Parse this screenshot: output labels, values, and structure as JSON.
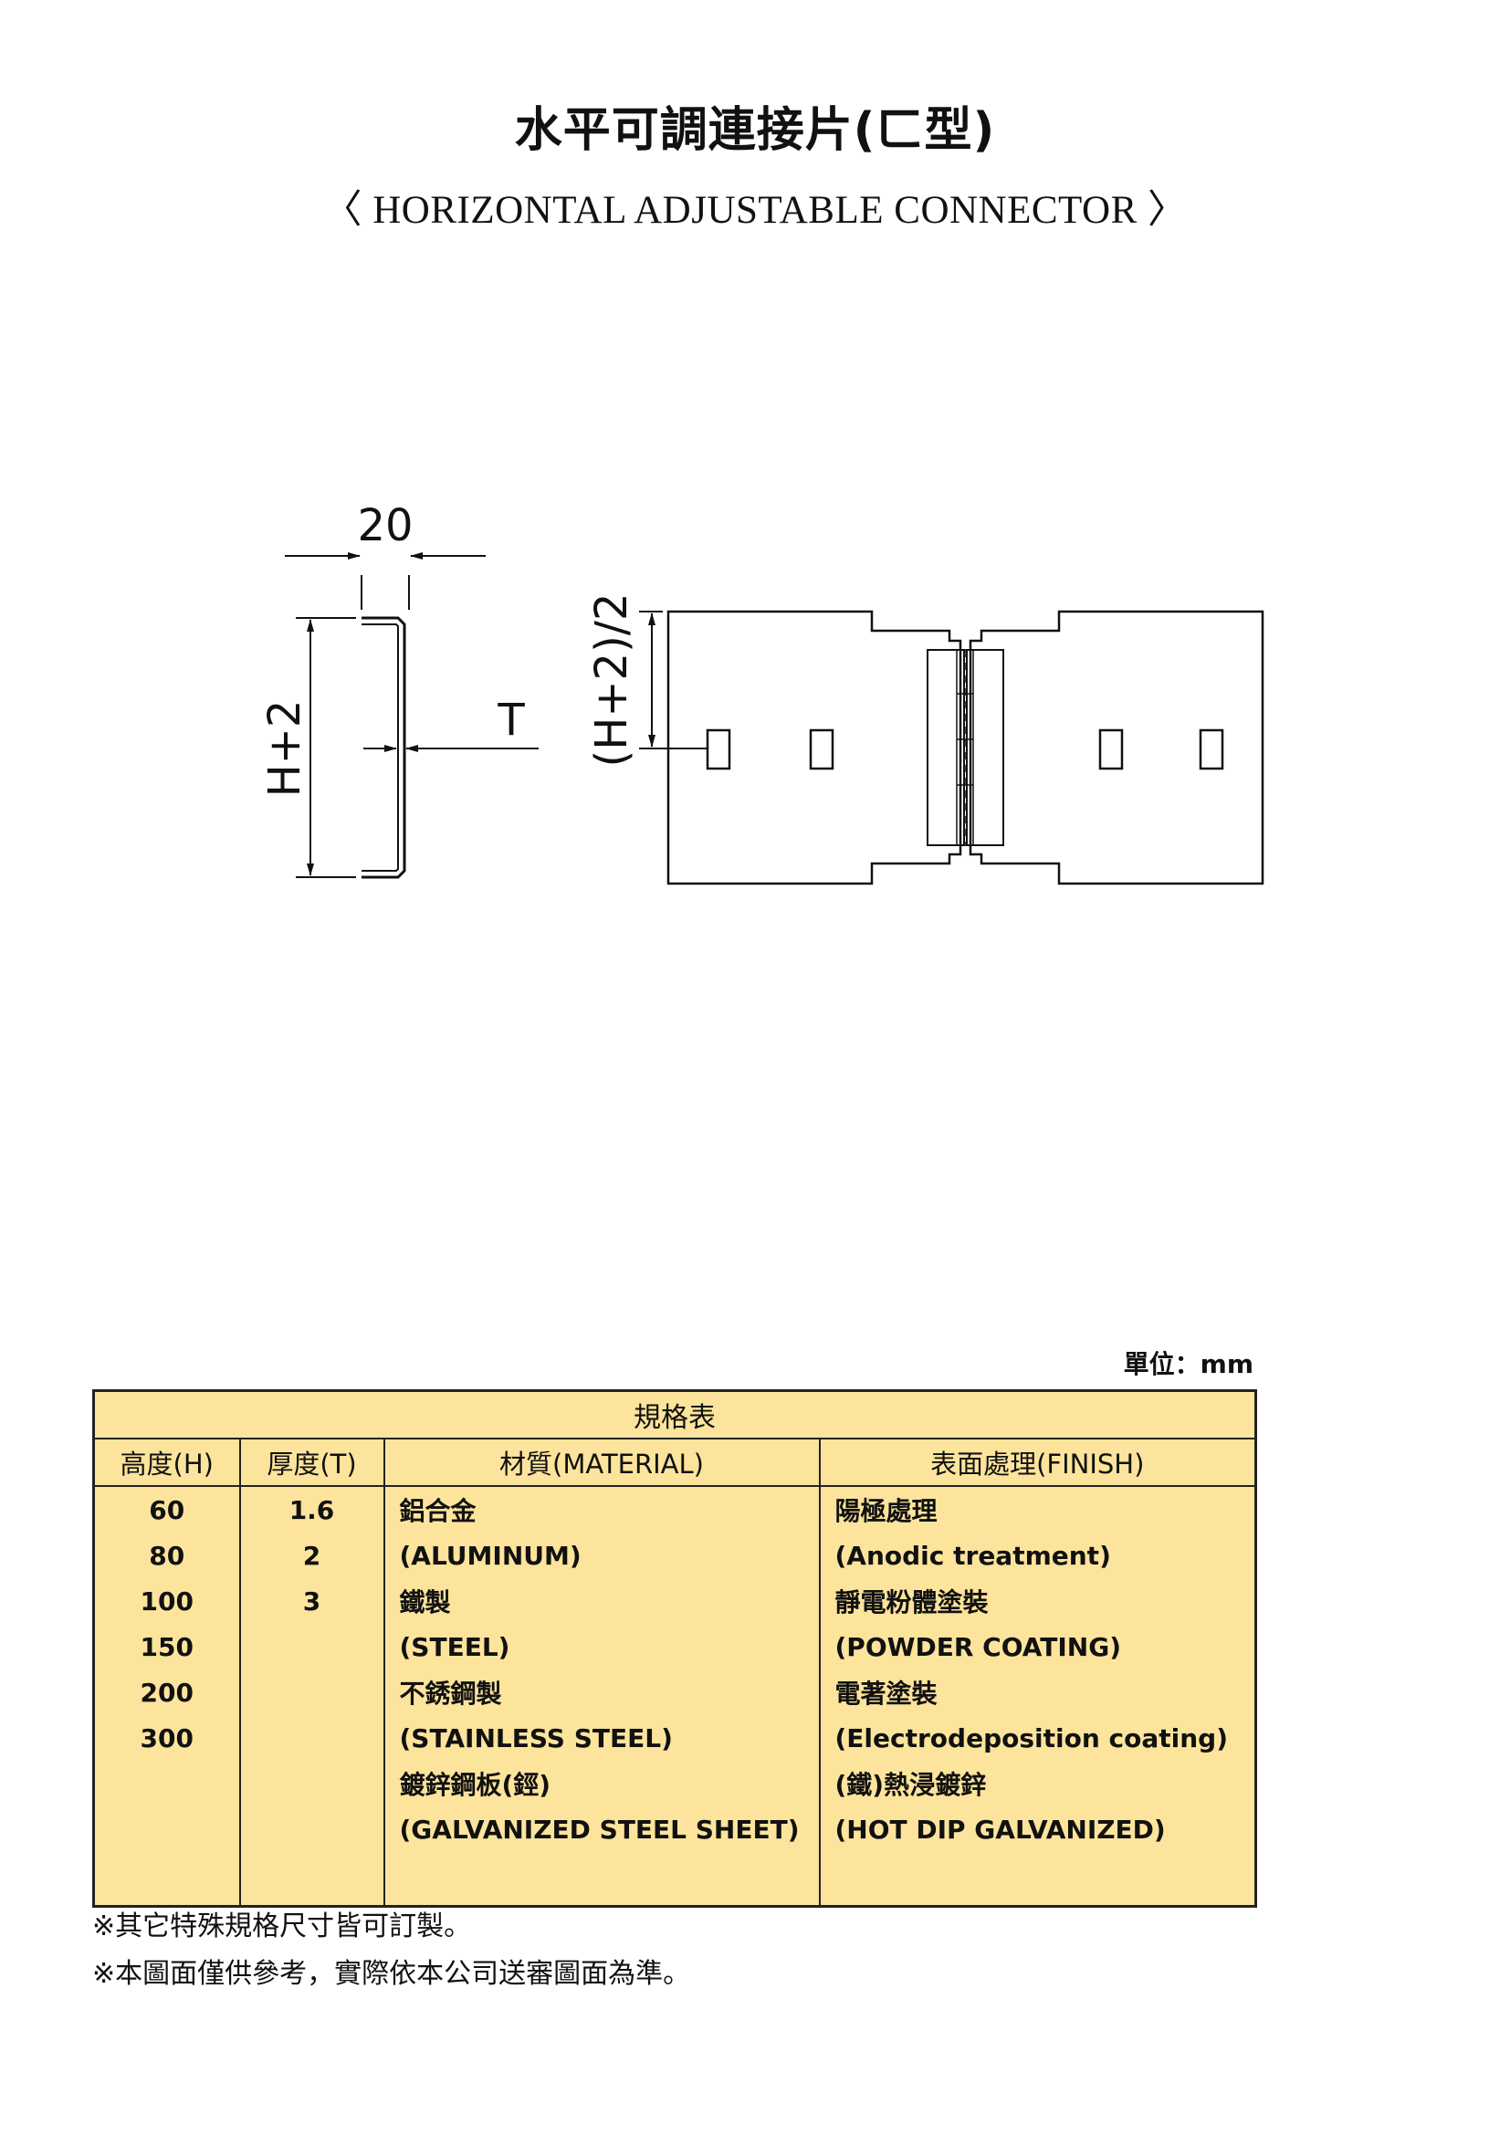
{
  "title": {
    "chinese": "水平可調連接片(ㄈ型)",
    "english": "〈 HORIZONTAL ADJUSTABLE CONNECTOR 〉"
  },
  "drawing": {
    "dim_width": "20",
    "dim_height": "H+2",
    "dim_thickness": "T",
    "dim_half_height": "(H+2)/2"
  },
  "unit": "單位：mm",
  "table": {
    "caption": "規格表",
    "headers": [
      "高度(H)",
      "厚度(T)",
      "材質(MATERIAL)",
      "表面處理(FINISH)"
    ],
    "rows": [
      [
        "60",
        "1.6",
        "鋁合金",
        "陽極處理"
      ],
      [
        "80",
        "2",
        "(ALUMINUM)",
        "(Anodic treatment)"
      ],
      [
        "100",
        "3",
        "鐵製",
        "靜電粉體塗裝"
      ],
      [
        "150",
        "",
        "(STEEL)",
        "(POWDER COATING)"
      ],
      [
        "200",
        "",
        "不銹鋼製",
        "電著塗裝"
      ],
      [
        "300",
        "",
        "(STAINLESS STEEL)",
        "(Electrodeposition coating)"
      ],
      [
        "",
        "",
        "鍍鋅鋼板(鋞)",
        "(鐵)熱浸鍍鋅"
      ],
      [
        "",
        "",
        "(GALVANIZED STEEL SHEET)",
        "(HOT DIP GALVANIZED)"
      ]
    ]
  },
  "notes": [
    "※其它特殊規格尺寸皆可訂製。",
    "※本圖面僅供參考，實際依本公司送審圖面為準。"
  ]
}
